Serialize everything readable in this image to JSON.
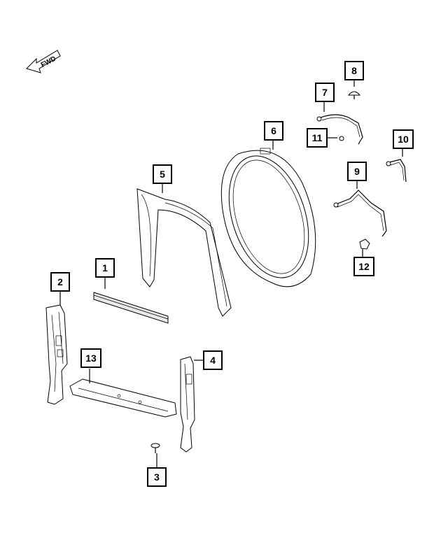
{
  "direction_label": "FWD",
  "callouts": [
    {
      "id": "c1",
      "label": "1"
    },
    {
      "id": "c2",
      "label": "2"
    },
    {
      "id": "c3",
      "label": "3"
    },
    {
      "id": "c4",
      "label": "4"
    },
    {
      "id": "c5",
      "label": "5"
    },
    {
      "id": "c6",
      "label": "6"
    },
    {
      "id": "c7",
      "label": "7"
    },
    {
      "id": "c8",
      "label": "8"
    },
    {
      "id": "c9",
      "label": "9"
    },
    {
      "id": "c10",
      "label": "10"
    },
    {
      "id": "c11",
      "label": "11"
    },
    {
      "id": "c12",
      "label": "12"
    },
    {
      "id": "c13",
      "label": "13"
    }
  ]
}
